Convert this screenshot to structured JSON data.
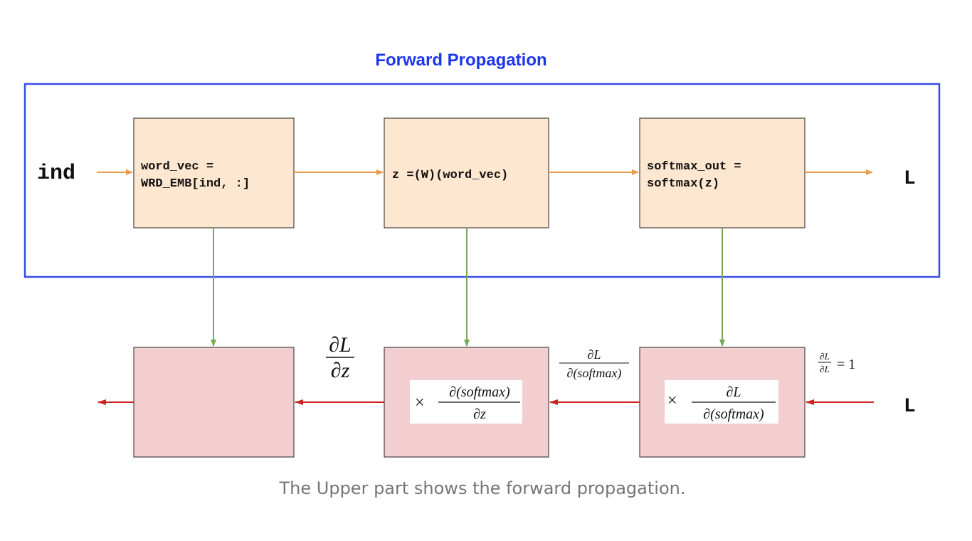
{
  "title": "Forward Propagation",
  "caption": "The Upper part shows the forward propagation.",
  "colors": {
    "title": "#1c35ec",
    "frame": "#3a4ce8",
    "forward_box_fill": "#fde7d0",
    "backward_box_fill": "#f3ced1",
    "forward_arrow": "#ec9a4d",
    "down_arrow": "#74aa55",
    "backward_arrow": "#cc2222",
    "box_stroke": "#222222"
  },
  "forward": {
    "input_label": "ind",
    "output_label": "L",
    "box1": {
      "line1": "word_vec =",
      "line2": "WRD_EMB[ind, :]"
    },
    "box2": {
      "line1": "z =(W)(word_vec)"
    },
    "box3": {
      "line1": "softmax_out =",
      "line2": "softmax(z)"
    }
  },
  "backward": {
    "input_label": "L",
    "grad_input": {
      "num": "∂L",
      "den": "∂L",
      "rhs": "= 1"
    },
    "grad_softmax": {
      "num": "∂L",
      "den": "∂(softmax)"
    },
    "grad_z": {
      "num": "∂L",
      "den": "∂z"
    },
    "box2_formula": {
      "times": "×",
      "num": "∂(softmax)",
      "den": "∂z"
    },
    "box3_formula": {
      "times": "×",
      "num": "∂L",
      "den": "∂(softmax)"
    }
  }
}
